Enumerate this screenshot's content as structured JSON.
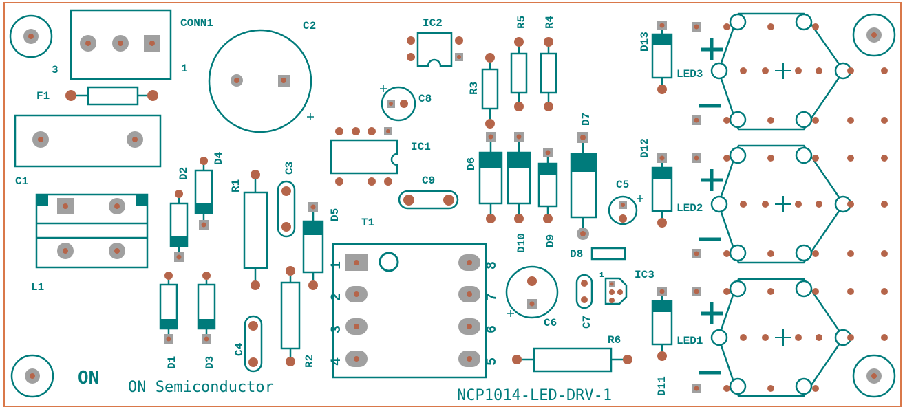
{
  "board": {
    "outline_color": "#d9784a",
    "silk_color": "#007b7b",
    "pad_color": "#a0a0a0",
    "drill_color": "#b5654a"
  },
  "labels": {
    "conn1": "CONN1",
    "conn1_pin3": "3",
    "conn1_pin1": "1",
    "c2": "C2",
    "ic2": "IC2",
    "r5": "R5",
    "r4": "R4",
    "r3": "R3",
    "d13": "D13",
    "led3": "LED3",
    "f1": "F1",
    "c8": "C8",
    "ic1": "IC1",
    "d7": "D7",
    "c1": "C1",
    "d2": "D2",
    "d4": "D4",
    "c3": "C3",
    "r1": "R1",
    "c9": "C9",
    "d6": "D6",
    "c5": "C5",
    "d12": "D12",
    "led2": "LED2",
    "d5": "D5",
    "t1": "T1",
    "d10": "D10",
    "d9": "D9",
    "d8": "D8",
    "l1": "L1",
    "ic3": "IC3",
    "ic3_pin1": "1",
    "c6": "C6",
    "c7": "C7",
    "d1": "D1",
    "d3": "D3",
    "c4": "C4",
    "r2": "R2",
    "r6": "R6",
    "led1": "LED1",
    "d11": "D11",
    "t1_pins": [
      "1",
      "2",
      "3",
      "4",
      "5",
      "6",
      "7",
      "8"
    ],
    "logo": "ON",
    "company": "ON Semiconductor",
    "board_name": "NCP1014-LED-DRV-1"
  }
}
